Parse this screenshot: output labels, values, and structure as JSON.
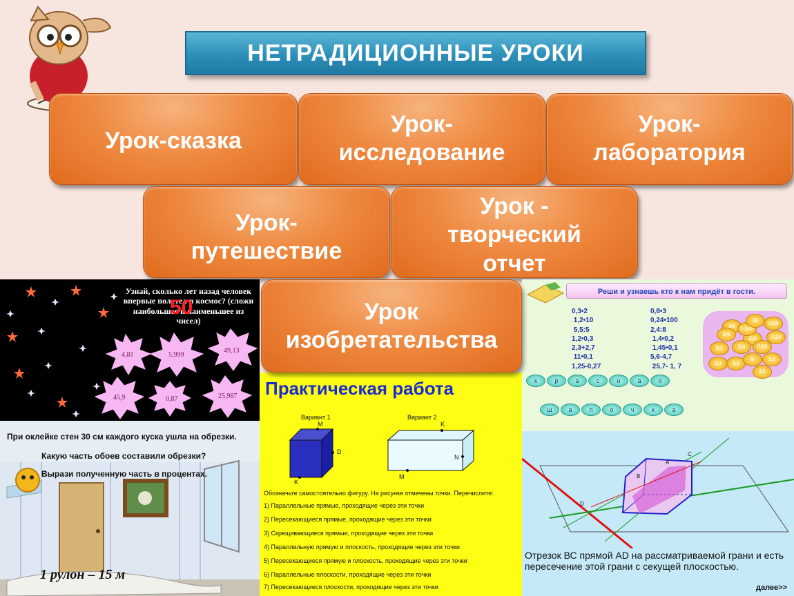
{
  "title": "НЕТРАДИЦИОННЫЕ УРОКИ",
  "lessons": [
    "Урок-сказка",
    "Урок-\nисследование",
    "Урок-\nлаборатория",
    "Урок-\nпутешествие",
    "Урок -\nтворческий\nотчет",
    "Урок\nизобретательства"
  ],
  "space_panel": {
    "question": "Узнай, сколько лет назад человек впервые полетел в космос? (сложи наибольшее и наименьшее из чисел)",
    "answer_number": "50",
    "numbers": [
      "4,81",
      "5,999",
      "49,13",
      "45,9",
      "0,87",
      "25,987"
    ]
  },
  "room_panel": {
    "line1": "При оклейке стен 30 см каждого куска ушла на обрезки.",
    "line2": "Какую часть обоев составили обрезки?",
    "line3": "Вырази полученную часть в процентах.",
    "roll": "1 рулон – 15 м"
  },
  "practice_panel": {
    "heading": "Практическая работа",
    "variant1": "Вариант 1",
    "variant2": "Вариант 2",
    "points_v1": [
      "M",
      "D",
      "K"
    ],
    "points_v2": [
      "K",
      "N",
      "M"
    ],
    "instruction": "Обозначьте самостоятельно фигуру. На рисунке отмечены точки. Перечислите:",
    "items": [
      "1)  Параллельные прямые, проходящие через эти точки",
      "2)  Пересекающиеся прямые, проходящие через эти точки",
      "3)  Скрещивающиеся прямые, проходящие через эти точки",
      "4)  Параллельную прямую и плоскость, проходящие через эти точки",
      "5)  Пересекающиеся прямую и плоскость, проходящие через эти точки",
      "6)  Параллельные плоскости, проходящие через эти точки",
      "7)  Пересекающиеся плоскости, проходящие через эти точки"
    ]
  },
  "riddle_panel": {
    "header": "Реши и узнаешь кто к нам придёт в гости.",
    "left_col": "0,3•2\n 1,2•10\n 5,5:5\n1,2•0,3\n2,3+2,7\n 11•0,1\n1,25-0,27",
    "right_col": "0,8•3\n0,24•100\n2,4:8\n 1,4•0,2\n 1,45•0,1\n5,6-4,7\n 25,7- 1, 7",
    "row1": [
      "к",
      "р",
      "а",
      "с",
      "н",
      "а",
      "я"
    ],
    "row2": [
      "ш",
      "а",
      "п",
      "о",
      "ч",
      "к",
      "а"
    ],
    "coins": [
      "24",
      "2,4",
      "0,98",
      "0,6",
      "0,145",
      "0,28",
      "0,1",
      "2,4",
      "0,36",
      "1,1",
      "3,9",
      "5",
      "1,1",
      "12",
      "24"
    ]
  },
  "geom_panel": {
    "points": [
      "A",
      "B",
      "C",
      "D"
    ],
    "caption": "Отрезок ВС прямой АD на рассматриваемой грани и есть пересечение этой грани с секущей плоскостью.",
    "next": "далее>>"
  }
}
